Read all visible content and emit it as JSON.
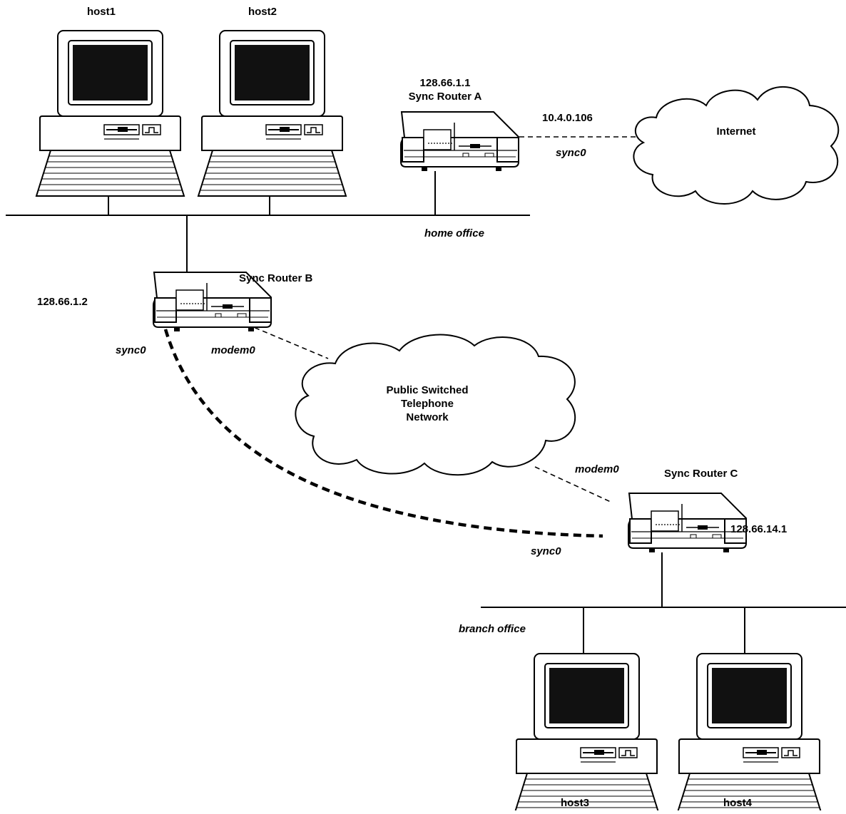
{
  "hosts": {
    "host1": "host1",
    "host2": "host2",
    "host3": "host3",
    "host4": "host4"
  },
  "routers": {
    "a": {
      "ip": "128.66.1.1",
      "name": "Sync Router A"
    },
    "b": {
      "ip": "128.66.1.2",
      "name": "Sync Router B"
    },
    "c": {
      "ip": "128.66.14.1",
      "name": "Sync Router C"
    }
  },
  "networks": {
    "home": "home office",
    "branch": "branch office"
  },
  "clouds": {
    "internet": "Internet",
    "pstn": [
      "Public Switched",
      "Telephone",
      "Network"
    ]
  },
  "links": {
    "a_internet_ip": "10.4.0.106",
    "a_sync": "sync0",
    "b_sync": "sync0",
    "b_modem": "modem0",
    "c_modem": "modem0",
    "c_sync": "sync0"
  },
  "icons": [
    "computer-icon",
    "router-icon",
    "cloud-icon"
  ]
}
